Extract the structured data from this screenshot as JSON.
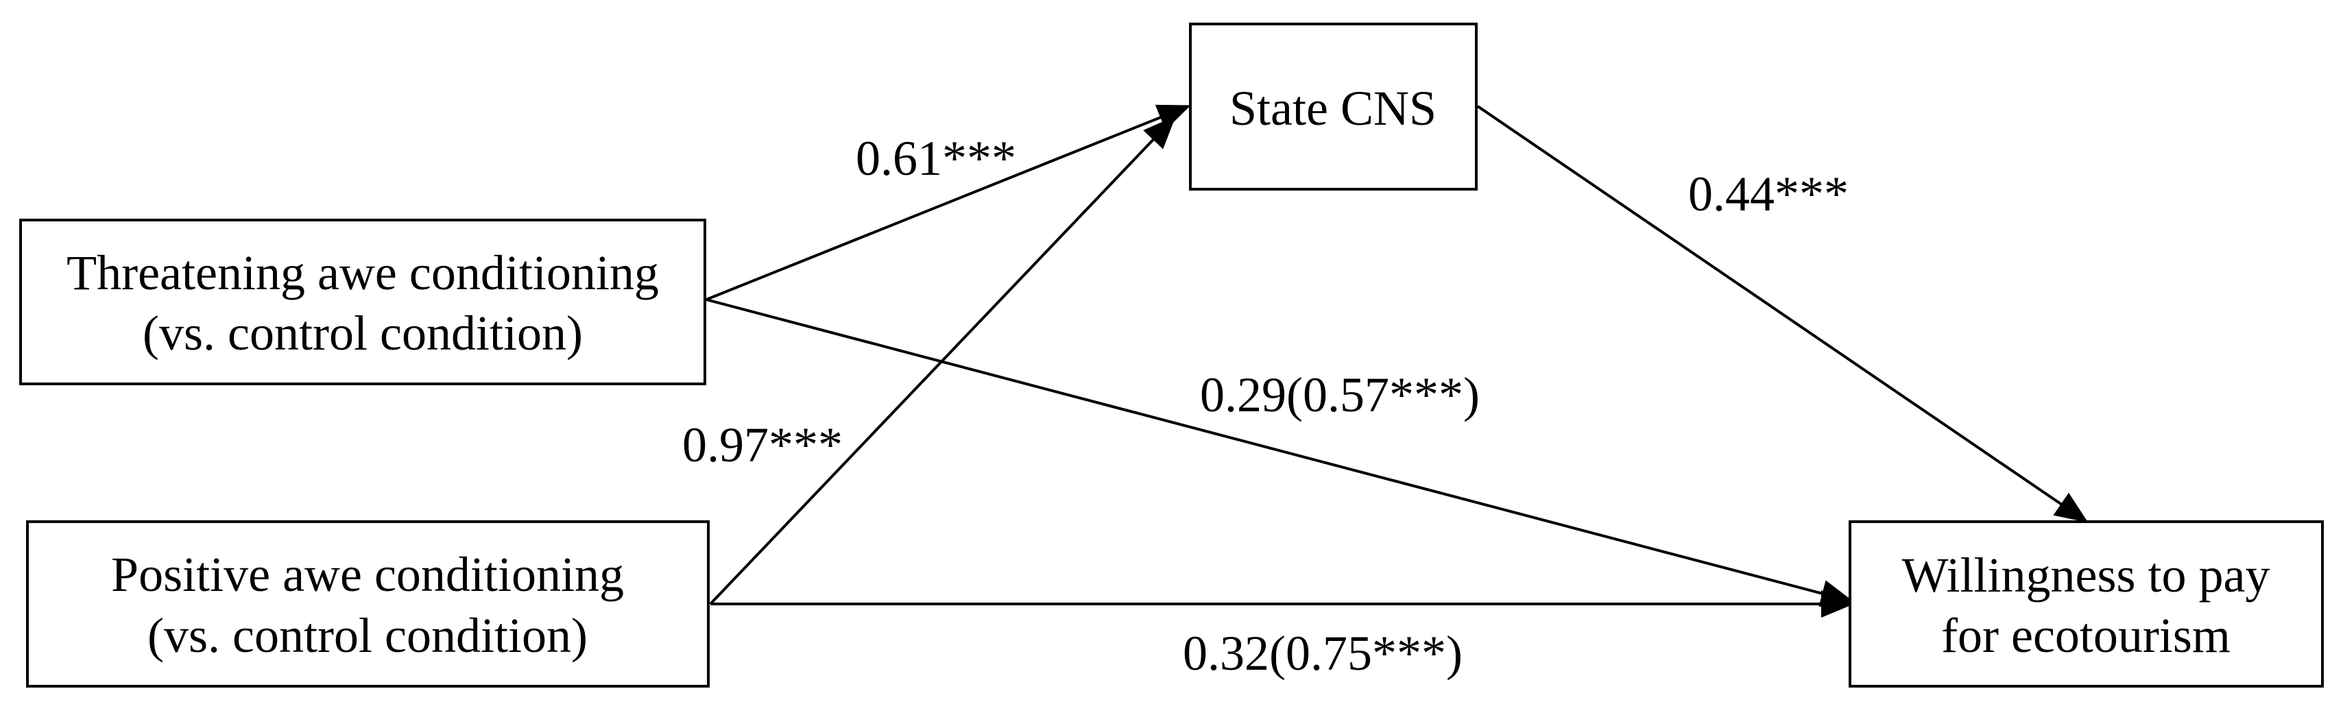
{
  "nodes": {
    "threatening": {
      "line1": "Threatening awe conditioning",
      "line2": "(vs. control condition)"
    },
    "positive": {
      "line1": "Positive awe conditioning",
      "line2": "(vs. control condition)"
    },
    "state_cns": {
      "line1": "State CNS"
    },
    "willingness": {
      "line1": "Willingness to pay",
      "line2": "for ecotourism"
    }
  },
  "paths": {
    "threatening_to_cns": "0.61***",
    "positive_to_cns": "0.97***",
    "cns_to_willingness": "0.44***",
    "threatening_to_willingness": "0.29(0.57***)",
    "positive_to_willingness": "0.32(0.75***)"
  },
  "colors": {
    "stroke": "#000000",
    "background": "#ffffff"
  }
}
